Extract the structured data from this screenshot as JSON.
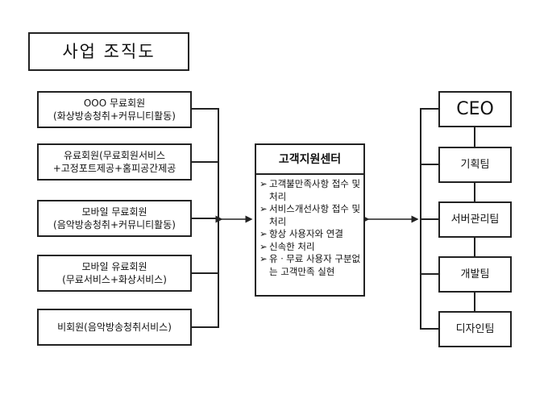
{
  "title": "사업 조직도",
  "members": [
    {
      "line1": "OOO 무료회원",
      "line2": "(화상방송청취+커뮤니티활동)"
    },
    {
      "line1": "유료회원(무료회원서비스",
      "line2": "+고정포트제공+홈피공간제공"
    },
    {
      "line1": "모바일 무료회원",
      "line2": "(음악방송청취+커뮤니티활동)"
    },
    {
      "line1": "모바일 유료회원",
      "line2": "(무료서비스+화상서비스)"
    },
    {
      "line1": "비회원(음악방송청취서비스)",
      "line2": ""
    }
  ],
  "center": {
    "title": "고객지원센터",
    "bullet": "➢",
    "items": [
      "고객불만족사항 접수 및 처리",
      "서비스개선사항 접수 및 처리",
      "항상 사용자와 연결",
      "신속한 처리",
      "유ㆍ무료 사용자 구분없는 고객만족 실현"
    ]
  },
  "org": [
    "CEO",
    "기획팀",
    "서버관리팀",
    "개발팀",
    "디자인팀"
  ]
}
